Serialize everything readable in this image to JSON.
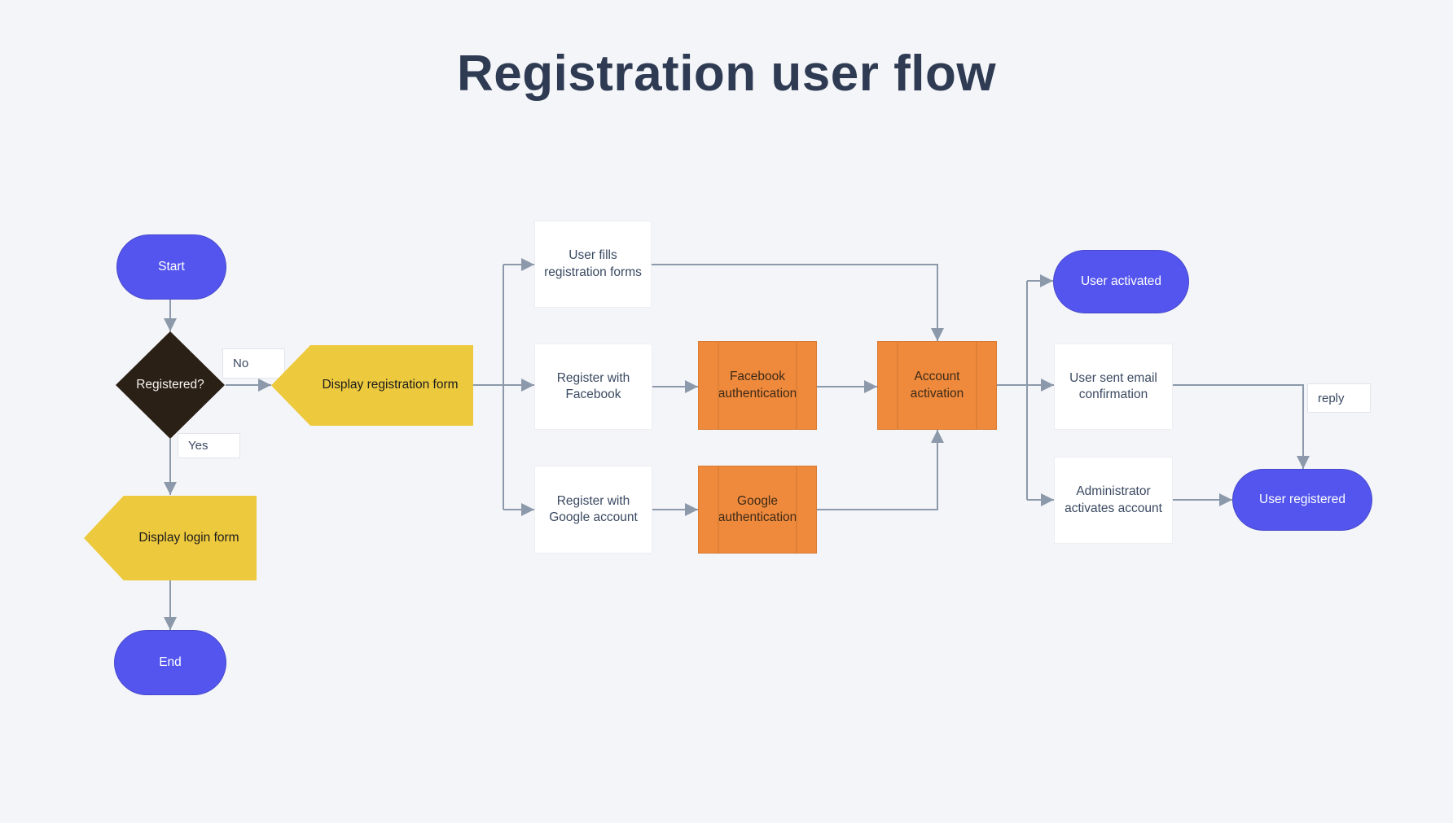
{
  "title": "Registration user flow",
  "colors": {
    "background": "#F4F5F9",
    "accent_blue": "#5355EE",
    "accent_yellow": "#EDC93E",
    "accent_orange": "#EF8A3D",
    "orange_divider": "#D97C33",
    "diamond_dark": "#2B2016",
    "connector_gray": "#8C99AA",
    "title_color": "#2E3B52",
    "text_dark": "#3A4961",
    "label_border": "#E2E4EA"
  },
  "nodes": {
    "start": {
      "label": "Start",
      "type": "terminator"
    },
    "registered": {
      "label": "Registered?",
      "type": "decision"
    },
    "display_registration_form": {
      "label": "Display registration form",
      "type": "display"
    },
    "display_login_form": {
      "label": "Display login form",
      "type": "display"
    },
    "end": {
      "label": "End",
      "type": "terminator"
    },
    "user_fills": {
      "label": "User fills registration forms",
      "type": "process"
    },
    "register_facebook": {
      "label": "Register with Facebook",
      "type": "process"
    },
    "facebook_auth": {
      "label": "Facebook authentication",
      "type": "predefined-process"
    },
    "register_google": {
      "label": "Register with Google account",
      "type": "process"
    },
    "google_auth": {
      "label": "Google authentication",
      "type": "predefined-process"
    },
    "account_activation": {
      "label": "Account activation",
      "type": "predefined-process"
    },
    "user_activated": {
      "label": "User activated",
      "type": "terminator"
    },
    "user_sent_email": {
      "label": "User sent email confirmation",
      "type": "process"
    },
    "admin_activates": {
      "label": "Administrator activates account",
      "type": "process"
    },
    "user_registered": {
      "label": "User registered",
      "type": "terminator"
    }
  },
  "edge_labels": {
    "no": "No",
    "yes": "Yes",
    "reply": "reply"
  }
}
